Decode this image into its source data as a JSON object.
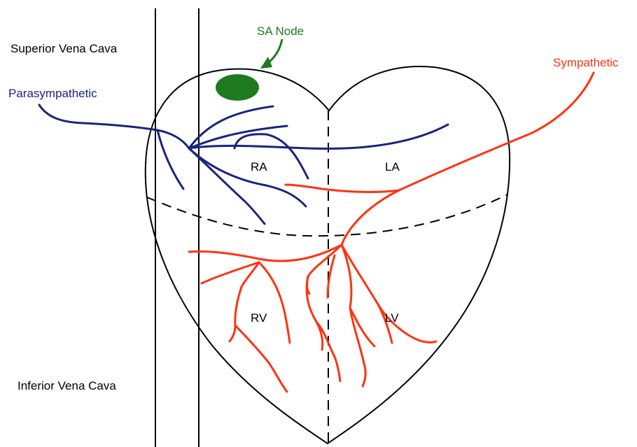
{
  "labels": {
    "superior_vena_cava": "Superior Vena Cava",
    "inferior_vena_cava": "Inferior Vena Cava",
    "sa_node": "SA Node",
    "parasympathetic": "Parasympathetic",
    "sympathetic": "Sympathetic",
    "ra": "RA",
    "la": "LA",
    "rv": "RV",
    "lv": "LV"
  },
  "colors": {
    "parasympathetic": "#1a237e",
    "sympathetic": "#ff3311",
    "sa_node": "#1e7a1e",
    "outline": "#000000"
  }
}
